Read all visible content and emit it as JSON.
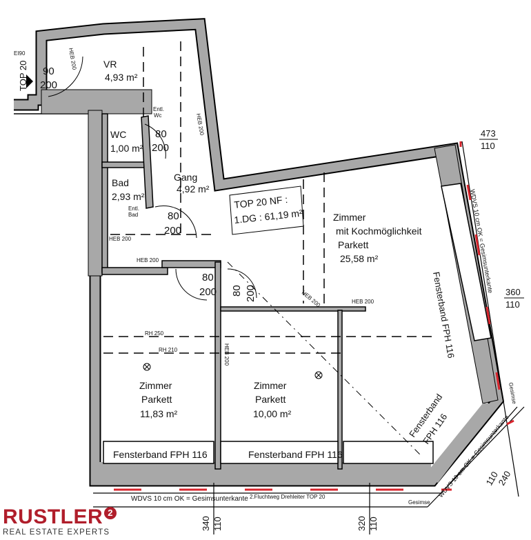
{
  "rooms": {
    "vr": {
      "name": "VR",
      "area": "4,93 m²"
    },
    "wc": {
      "name": "WC",
      "area": "1,00 m²"
    },
    "bad": {
      "name": "Bad",
      "area": "2,93 m²"
    },
    "gang": {
      "name": "Gang",
      "area": "4,92 m²"
    },
    "zimmer_koch": {
      "line1": "Zimmer",
      "line2": "mit Kochmöglichkeit",
      "line3": "Parkett",
      "area": "25,58 m²"
    },
    "zimmer1": {
      "line1": "Zimmer",
      "line2": "Parkett",
      "area": "11,83 m²"
    },
    "zimmer2": {
      "line1": "Zimmer",
      "line2": "Parkett",
      "area": "10,00 m²"
    }
  },
  "unit_box": {
    "line1": "TOP 20 NF :",
    "line2": "1.DG : 61,19 m²"
  },
  "doors": {
    "entry": {
      "w": "90",
      "h": "200"
    },
    "wc": {
      "w": "80",
      "h": "200"
    },
    "bad": {
      "w": "80",
      "h": "200"
    },
    "zimmer1": {
      "w": "80",
      "h": "200"
    },
    "zimmer2": {
      "w": "80",
      "h": "200"
    }
  },
  "labels": {
    "ei90": "EI90",
    "top20": "TOP 20",
    "heb200": "HEB 200",
    "rh250": "RH 250",
    "rh210": "RH 210",
    "ent_wc_1": "Entl.",
    "ent_wc_2": "Wc",
    "ent_bad_1": "Entl.",
    "ent_bad_2": "Bad",
    "fensterband_1": "Fensterband FPH 116",
    "fensterband_2": "Fensterband FPH 116",
    "fensterband_right": "Fensterband FPH 116",
    "fensterband_corner_1": "Fensterband",
    "fensterband_corner_2": "FPH 116",
    "wdvs_bottom": "WDVS 10 cm OK = Gesimsunterkante",
    "wdvs_right": "WDVS 10 cm OK = Gesimsunterkante",
    "wdvs_corner": "WDVS 10 cm OK = Gesimsunterkante",
    "fluchtweg": "2.Fluchtweg Drehleiter TOP    20",
    "gesimse_bottom": "Gesimse",
    "gesimse_right": "Gesimse"
  },
  "dimensions": {
    "d473": {
      "top": "473",
      "bottom": "110"
    },
    "d360": {
      "top": "360",
      "bottom": "110"
    },
    "d240": {
      "top": "240",
      "bottom": "110"
    },
    "d340": {
      "top": "340",
      "bottom": "110"
    },
    "d320": {
      "top": "320",
      "bottom": "110"
    }
  },
  "logo": {
    "brand": "RUSTLER",
    "sup": "2",
    "tagline": "REAL ESTATE EXPERTS"
  },
  "colors": {
    "wall": "#a8a8a8",
    "accent_red": "#d8242c",
    "brand": "#b01e2b"
  }
}
